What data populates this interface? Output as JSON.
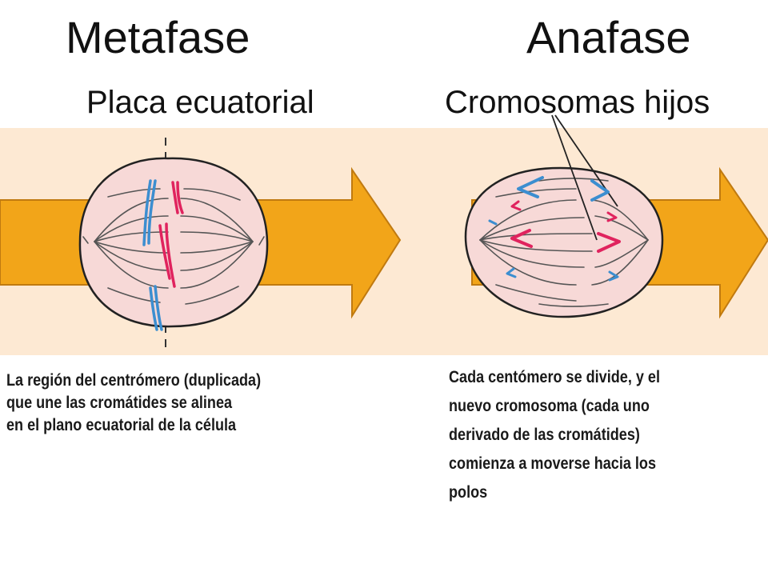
{
  "left": {
    "title": "Metafase",
    "subtitle": "Placa ecuatorial",
    "caption": [
      "La región del centrómero (duplicada)",
      "que une  las cromátides se alinea",
      "en el plano ecuatorial de la célula"
    ]
  },
  "right": {
    "title": "Anafase",
    "subtitle": "Cromosomas hijos",
    "caption": [
      "Cada centómero se divide, y el",
      "nuevo cromosoma (cada uno",
      "derivado de las cromátides)",
      "comienza a moverse hacia los",
      "polos"
    ]
  },
  "colors": {
    "band": "#fde9d3",
    "arrow": "#f2a519",
    "arrow_edge": "#c07a10",
    "cell": "#f7d9d7",
    "chrom_blue": "#3c8ed0",
    "chrom_red": "#e0235e"
  }
}
